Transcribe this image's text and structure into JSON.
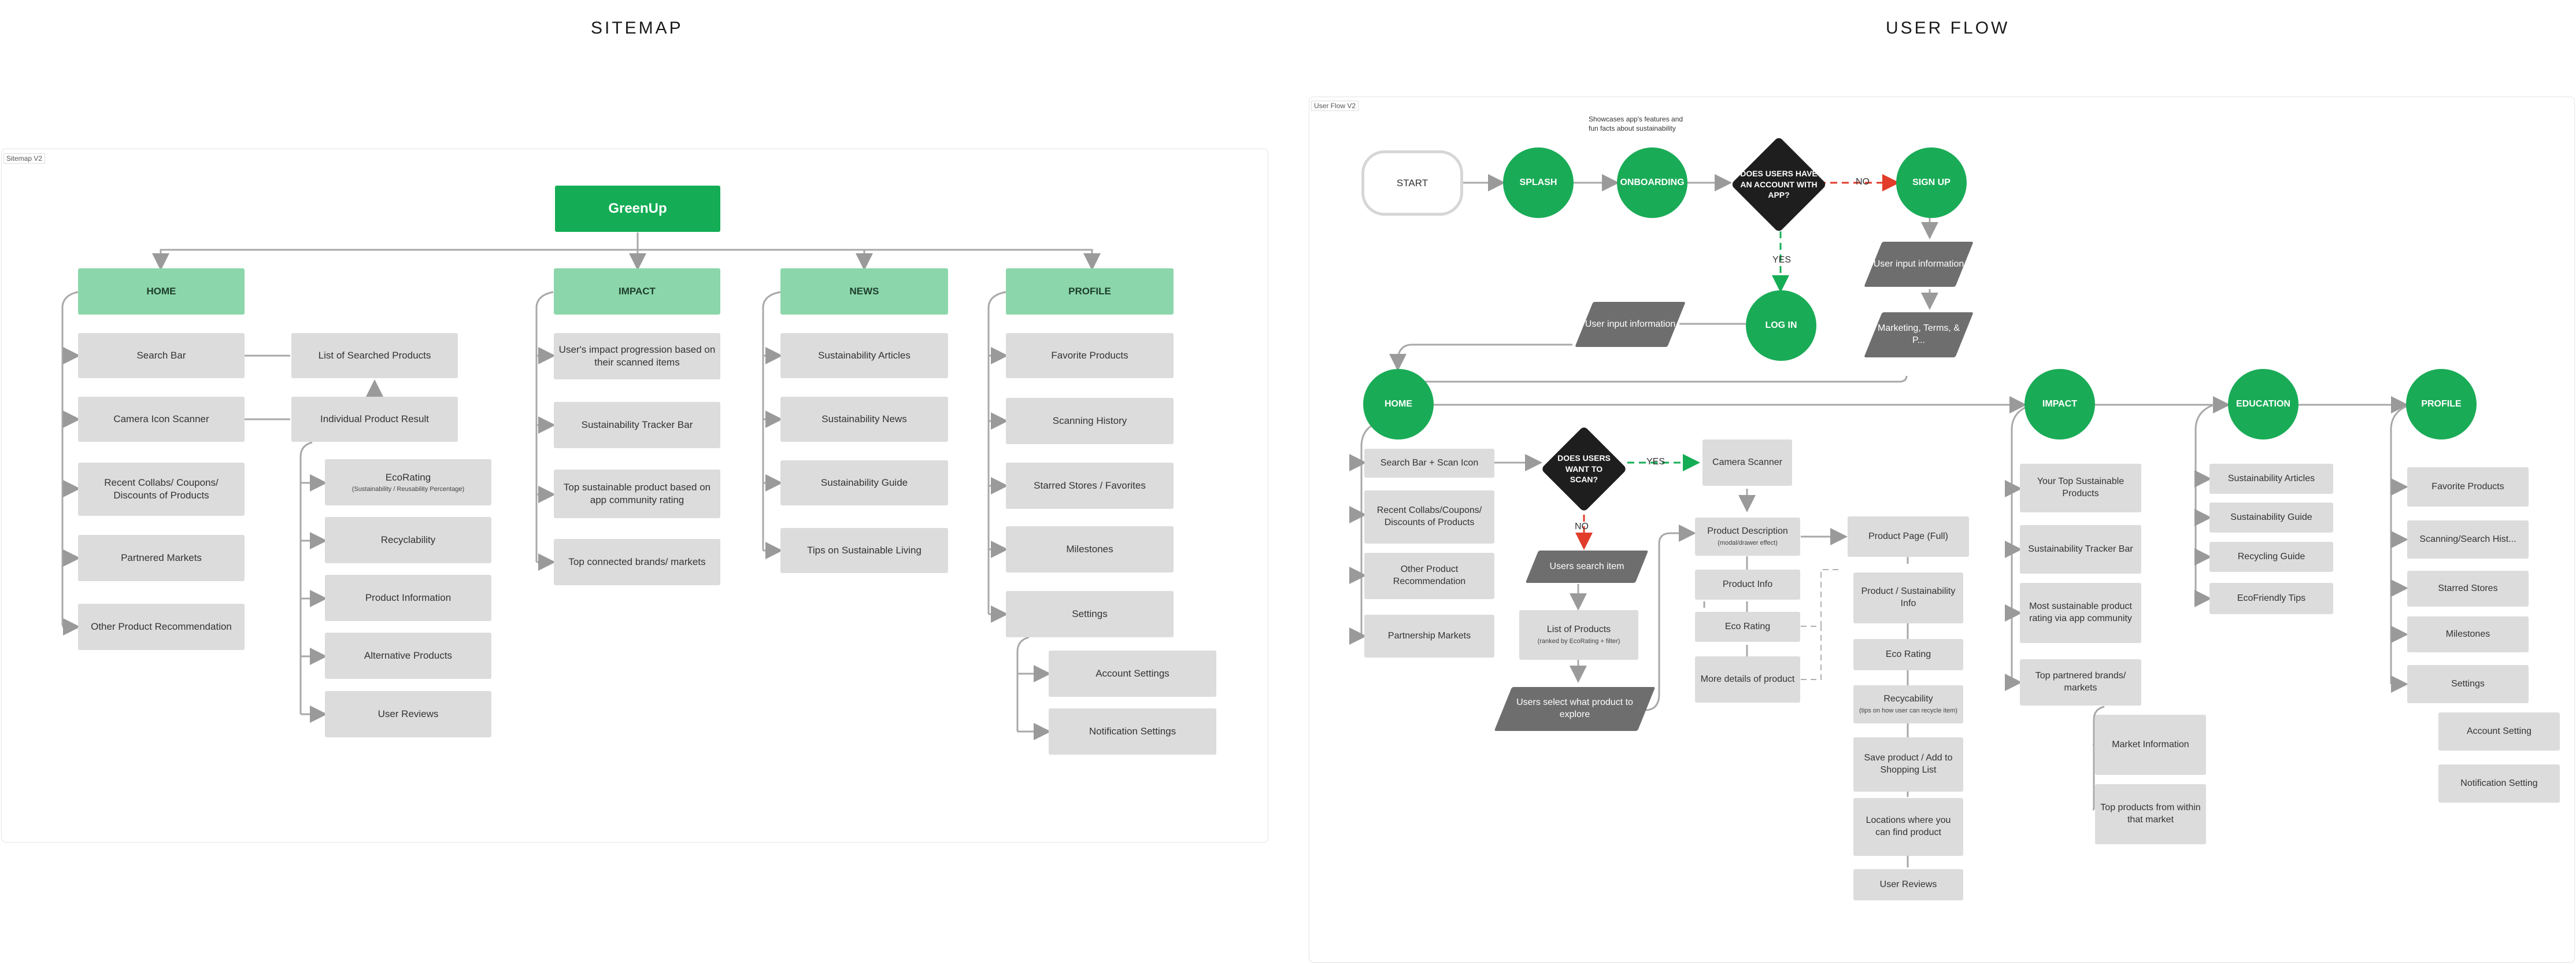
{
  "titles": {
    "sitemap": "SITEMAP",
    "userflow": "USER FLOW"
  },
  "sitemap": {
    "frame_label": "Sitemap V2",
    "root": "GreenUp",
    "categories": {
      "home": "HOME",
      "impact": "IMPACT",
      "news": "NEWS",
      "profile": "PROFILE"
    },
    "home": [
      "Search Bar",
      "Camera Icon Scanner",
      "Recent Collabs/ Coupons/ Discounts of Products",
      "Partnered Markets",
      "Other Product Recommendation"
    ],
    "home_sub": {
      "list_searched": "List of Searched Products",
      "individual_result": "Individual Product Result"
    },
    "result_items": [
      "EcoRating",
      "Recyclability",
      "Product Information",
      "Alternative Products",
      "User Reviews"
    ],
    "ecorating_note": "(Sustainability / Reusability Percentage)",
    "impact": [
      "User's impact progression based on their scanned items",
      "Sustainability Tracker Bar",
      "Top sustainable product based on app community rating",
      "Top connected brands/ markets"
    ],
    "news": [
      "Sustainability Articles",
      "Sustainability News",
      "Sustainability Guide",
      "Tips on Sustainable Living"
    ],
    "profile": [
      "Favorite Products",
      "Scanning History",
      "Starred Stores / Favorites",
      "Milestones",
      "Settings"
    ],
    "settings": [
      "Account Settings",
      "Notification Settings"
    ]
  },
  "userflow": {
    "frame_label": "User Flow V2",
    "start": "START",
    "splash": "SPLASH",
    "onboarding": "ONBOARDING",
    "onboarding_note": "Showcases app's features and fun facts about sustainability",
    "has_account": "DOES USERS HAVE AN ACCOUNT WITH APP?",
    "no": "NO",
    "yes": "YES",
    "signup": "SIGN UP",
    "login": "LOG IN",
    "user_input_a": "User input information",
    "user_input_b": "User input information",
    "marketing": "Marketing, Terms, & P...",
    "home": "HOME",
    "impact": "IMPACT",
    "education": "EDUCATION",
    "profile": "PROFILE",
    "home_items": [
      "Search Bar + Scan Icon",
      "Recent Collabs/Coupons/ Discounts of Products",
      "Other Product Recommendation",
      "Partnership Markets"
    ],
    "want_scan": "DOES USERS WANT TO SCAN?",
    "camera": "Camera Scanner",
    "users_search": "Users search  item",
    "list_products": "List of Products",
    "list_note": "(ranked by EcoRating + filter)",
    "users_select": "Users select what product to explore",
    "product_desc": "Product Description",
    "product_desc_note": "(modal/drawer effect)",
    "desc_items": [
      "Product Info",
      "Eco Rating",
      "More details of product"
    ],
    "product_page": "Product Page (Full)",
    "page_items": [
      "Product / Sustainability Info",
      "Eco Rating",
      "Recycability",
      "Save product / Add to Shopping List",
      "Locations where you can find product",
      "User Reviews"
    ],
    "recycability_note": "(tips on how user can recycle item)",
    "impact_items": [
      "Your Top Sustainable Products",
      "Sustainability Tracker Bar",
      "Most sustainable product rating via app community",
      "Top partnered brands/ markets"
    ],
    "impact_sub": [
      "Market Information",
      "Top products from within that market"
    ],
    "education_items": [
      "Sustainability Articles",
      "Sustainability Guide",
      "Recycling Guide",
      "EcoFriendly Tips"
    ],
    "profile_items": [
      "Favorite Products",
      "Scanning/Search Hist...",
      "Starred Stores",
      "Milestones",
      "Settings"
    ],
    "profile_settings": [
      "Account Setting",
      "Notification Setting"
    ]
  },
  "colors": {
    "primary_green": "#14ad55",
    "light_green": "#8cd6ab",
    "box_gray": "#dcdcdc",
    "dark": "#1e1e1e",
    "no_red": "#e23c2a"
  }
}
